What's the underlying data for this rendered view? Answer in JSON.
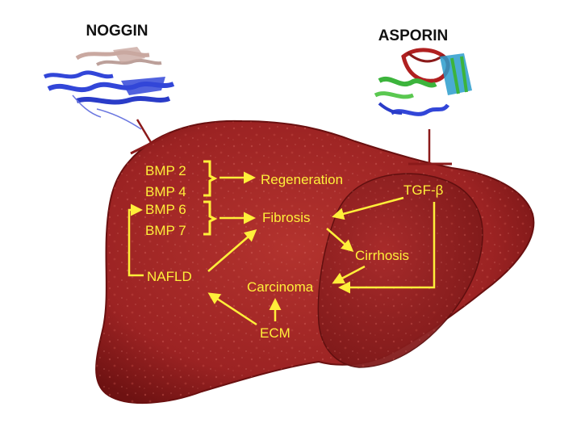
{
  "colors": {
    "liver_dark": "#7a1616",
    "liver_mid": "#a52a2a",
    "liver_light": "#c24a42",
    "label": "#ffef3a",
    "inhibitor": "#8b1a1a",
    "protein_blue": "#3246d8",
    "protein_pink": "#c9a8a0",
    "protein_green": "#3cb43c"
  },
  "titles": {
    "noggin": "NOGGIN",
    "asporin": "ASPORIN"
  },
  "nodes": {
    "bmp2": "BMP 2",
    "bmp4": "BMP 4",
    "bmp6": "BMP 6",
    "bmp7": "BMP 7",
    "regeneration": "Regeneration",
    "fibrosis": "Fibrosis",
    "tgfb": "TGF-β",
    "cirrhosis": "Cirrhosis",
    "nafld": "NAFLD",
    "carcinoma": "Carcinoma",
    "ecm": "ECM"
  },
  "icons": {
    "noggin_structure": "noggin-protein-structure-icon",
    "asporin_structure": "asporin-protein-structure-icon"
  }
}
